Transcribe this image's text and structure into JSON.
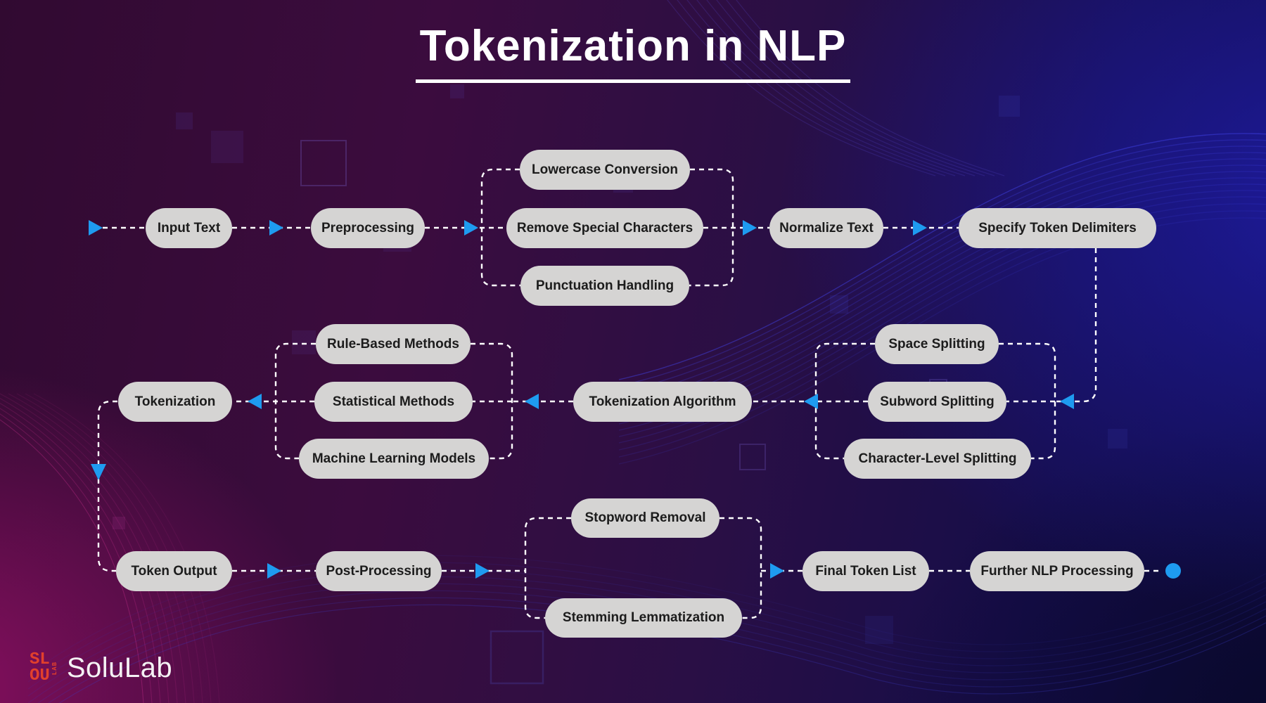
{
  "title": "Tokenization in NLP",
  "nodes": {
    "input_text": "Input Text",
    "preprocessing": "Preprocessing",
    "lowercase": "Lowercase Conversion",
    "remove_special": "Remove Special Characters",
    "punctuation": "Punctuation Handling",
    "normalize": "Normalize Text",
    "specify_delimiters": "Specify Token Delimiters",
    "tokenization": "Tokenization",
    "rule_based": "Rule-Based Methods",
    "statistical": "Statistical Methods",
    "ml_models": "Machine Learning Models",
    "tokenization_algorithm": "Tokenization Algorithm",
    "space_splitting": "Space Splitting",
    "subword_splitting": "Subword Splitting",
    "char_splitting": "Character-Level Splitting",
    "token_output": "Token Output",
    "post_processing": "Post-Processing",
    "stopword_removal": "Stopword Removal",
    "stemming_lemmatization": "Stemming Lemmatization",
    "final_token_list": "Final Token List",
    "further_nlp": "Further NLP Processing"
  },
  "logo": {
    "mark_line1": "SL",
    "mark_line2": "OU",
    "mark_side": "LAB",
    "name": "SoluLab"
  },
  "colors": {
    "node_bg": "#d5d4d3",
    "node_text": "#1c1c1c",
    "connector": "#ffffff",
    "arrow": "#1e9bf0",
    "end_dot": "#1e9bf0",
    "logo_mark": "#e2402c",
    "title_text": "#ffffff"
  }
}
